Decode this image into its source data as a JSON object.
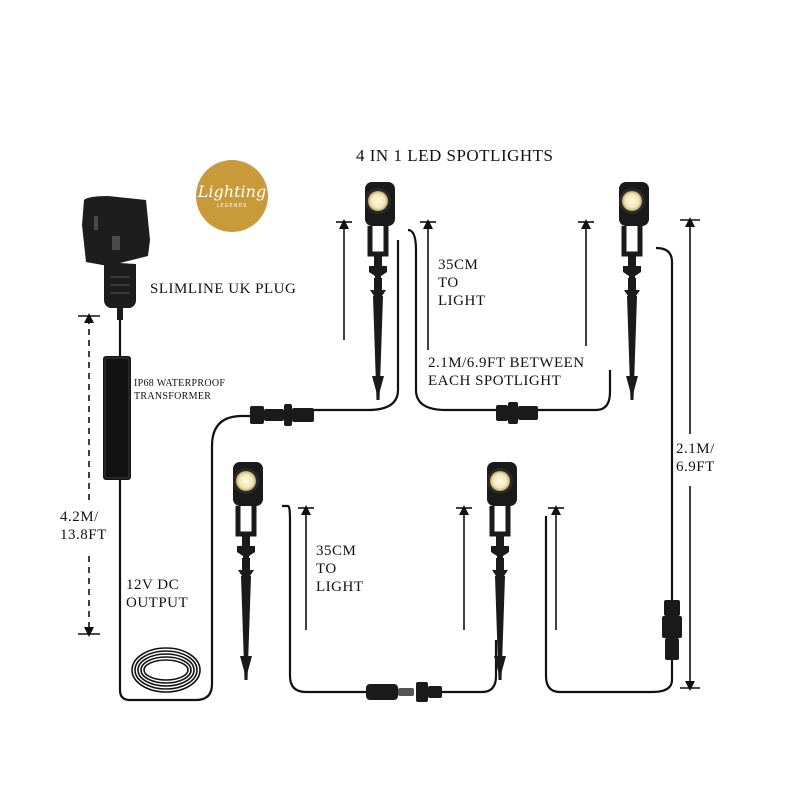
{
  "logo": {
    "word": "Lighting",
    "sub": "LEGENDS",
    "color": "#c99a3a"
  },
  "labels": {
    "title": "4 IN 1 LED SPOTLIGHTS",
    "plug": "SLIMLINE UK PLUG",
    "transformer": "IP68 WATERPROOF\nTRANSFORMER",
    "lead_length": "4.2M/\n13.8FT",
    "output": "12V DC\nOUTPUT",
    "height_top": "35CM\nTO\nLIGHT",
    "height_bottom": "35CM\nTO\nLIGHT",
    "spacing": "2.1M/6.9FT BETWEEN\nEACH SPOTLIGHT",
    "side_length": "2.1M/\n6.9FT"
  },
  "colors": {
    "cable": "#111111",
    "fixture": "#1a1a1a",
    "lens": "#f3e6b4"
  },
  "icons": [
    "uk-plug-icon",
    "transformer-icon",
    "cable-coil-icon",
    "spotlight-icon",
    "connector-icon"
  ]
}
